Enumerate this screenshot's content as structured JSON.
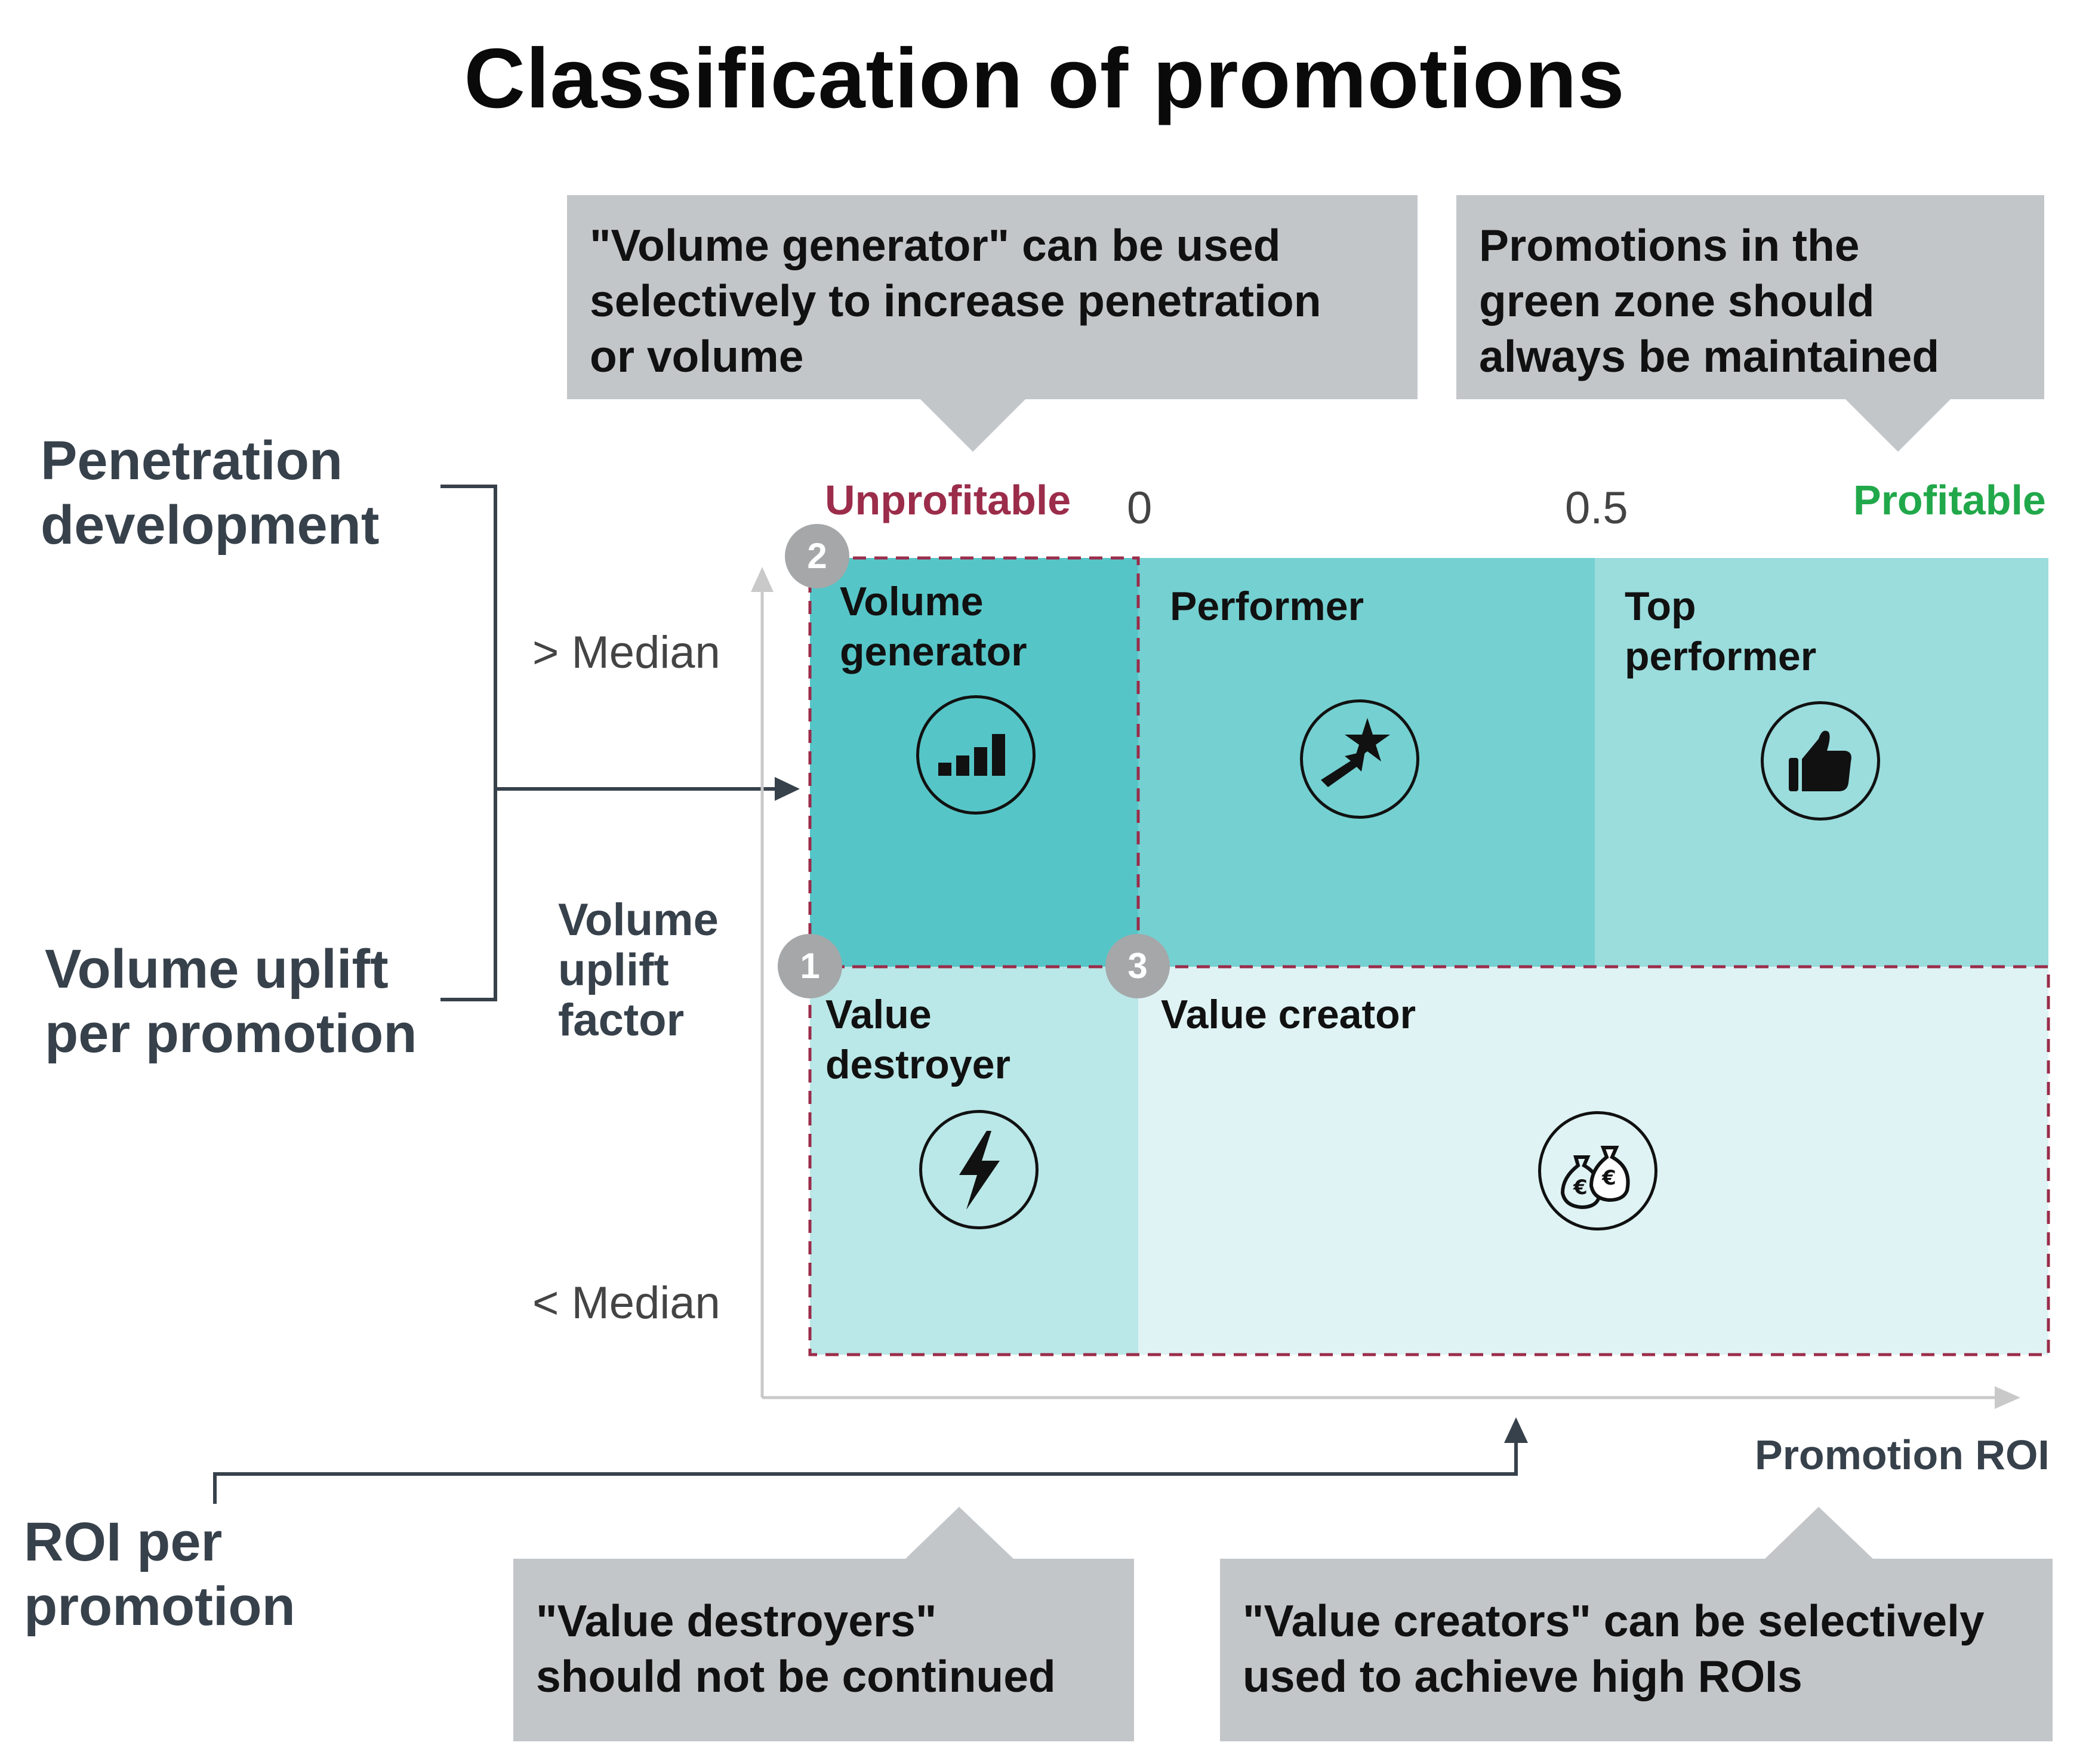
{
  "title": "Classification of promotions",
  "callouts": {
    "volume_generator": [
      "\"Volume generator\" can be used",
      "selectively to increase penetration",
      "or volume"
    ],
    "green_zone": [
      "Promotions in the",
      "green zone should",
      "always be maintained"
    ],
    "value_destroyers": [
      "\"Value destroyers\"",
      "should not be continued"
    ],
    "value_creators": [
      "\"Value creators\" can be selectively",
      "used to achieve high ROIs"
    ]
  },
  "side_labels": {
    "penetration": [
      "Penetration",
      "development"
    ],
    "volume_uplift": [
      "Volume uplift",
      "per promotion"
    ],
    "roi": [
      "ROI per",
      "promotion"
    ]
  },
  "axis": {
    "unprofitable": "Unprofitable",
    "profitable": "Profitable",
    "tick_0": "0",
    "tick_05": "0.5",
    "above_median": "> Median",
    "below_median": "< Median",
    "y_label": [
      "Volume",
      "uplift",
      "factor"
    ],
    "x_label": "Promotion ROI"
  },
  "cells": {
    "volume_generator": {
      "label": [
        "Volume",
        "generator"
      ],
      "badge": "2",
      "icon": "bar-chart-icon"
    },
    "performer": {
      "label": [
        "Performer"
      ],
      "icon": "arrow-star-icon"
    },
    "top_performer": {
      "label": [
        "Top",
        "performer"
      ],
      "icon": "thumbs-up-icon"
    },
    "value_destroyer": {
      "label": [
        "Value",
        "destroyer"
      ],
      "badge": "1",
      "icon": "lightning-icon"
    },
    "value_creator": {
      "label": [
        "Value creator"
      ],
      "badge": "3",
      "icon": "money-bags-icon"
    }
  },
  "colors": {
    "volume_generator": "#56c5c7",
    "performer": "#75d0d1",
    "top_performer": "#9bdcdd",
    "value_destroyer": "#bae7e7",
    "value_creator": "#dff3f4",
    "callout_bg": "#c3c6c9",
    "unprofitable": "#9b2c4a",
    "profitable": "#21a84a",
    "dashed_border": "#9b2c4a"
  }
}
